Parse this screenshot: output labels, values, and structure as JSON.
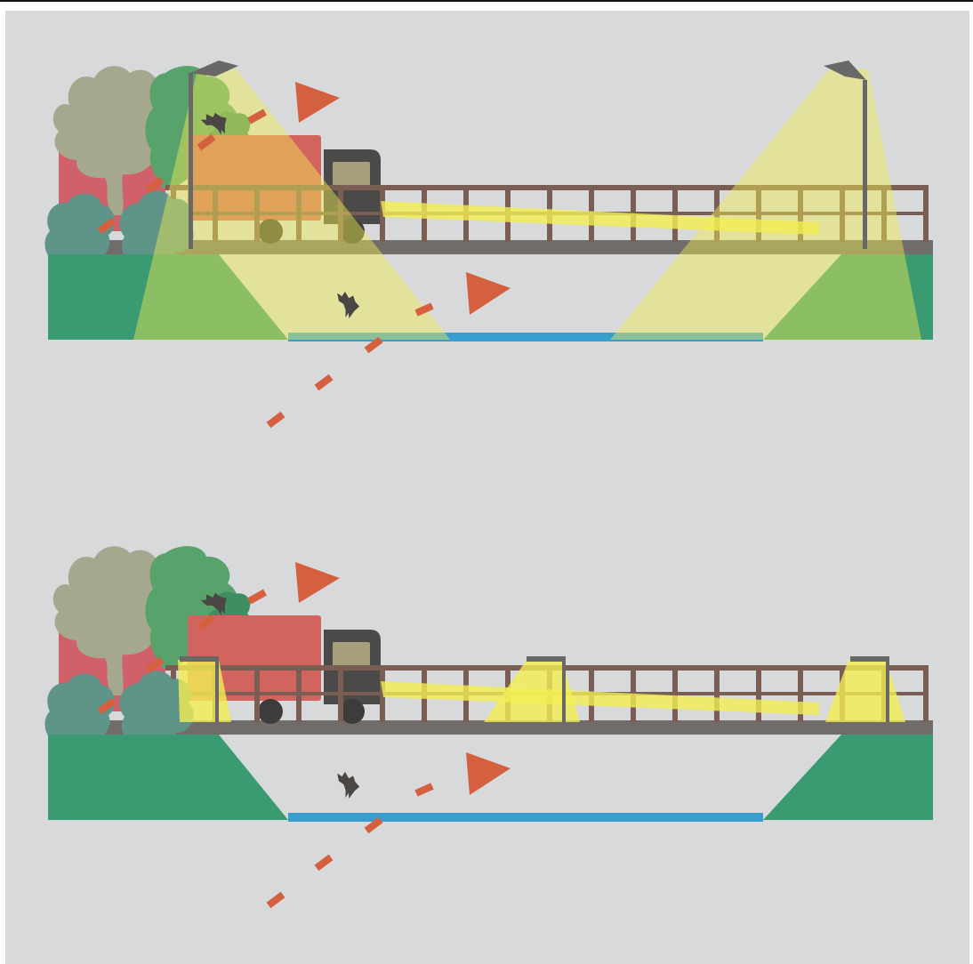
{
  "colors": {
    "background": "#d8d9db",
    "bank": "#3a9a72",
    "water": "#3a9dcf",
    "deck": "#6f6c6a",
    "railing": "#7a5e54",
    "light_cone": "#f2ee52",
    "lamp": "#6a6866",
    "flight_path": "#d4603f",
    "bat": "#4a4644",
    "truck_cargo": "#d2645f",
    "truck_cab": "#4c4a48",
    "truck_window": "#a6a07a",
    "wheel": "#3e3c3a",
    "tree_light": "#a5a78f",
    "tree_mid": "#58a36c",
    "tree_dark": "#3f8e62",
    "bush": "#5f9488",
    "house": "#d0606a"
  },
  "scenes": [
    {
      "id": "scene-unshielded-lighting",
      "lamp_type": "tall-pole-streetlight",
      "light_spill": "wide-cones-onto-banks-and-water"
    },
    {
      "id": "scene-shielded-low-lighting",
      "lamp_type": "low-shielded-deck-lamp",
      "light_spill": "confined-to-deck"
    }
  ],
  "icons": {
    "bat": "bat-icon",
    "truck": "truck-icon",
    "streetlight": "streetlight-icon",
    "flight_arrow": "arrow-head-icon"
  }
}
